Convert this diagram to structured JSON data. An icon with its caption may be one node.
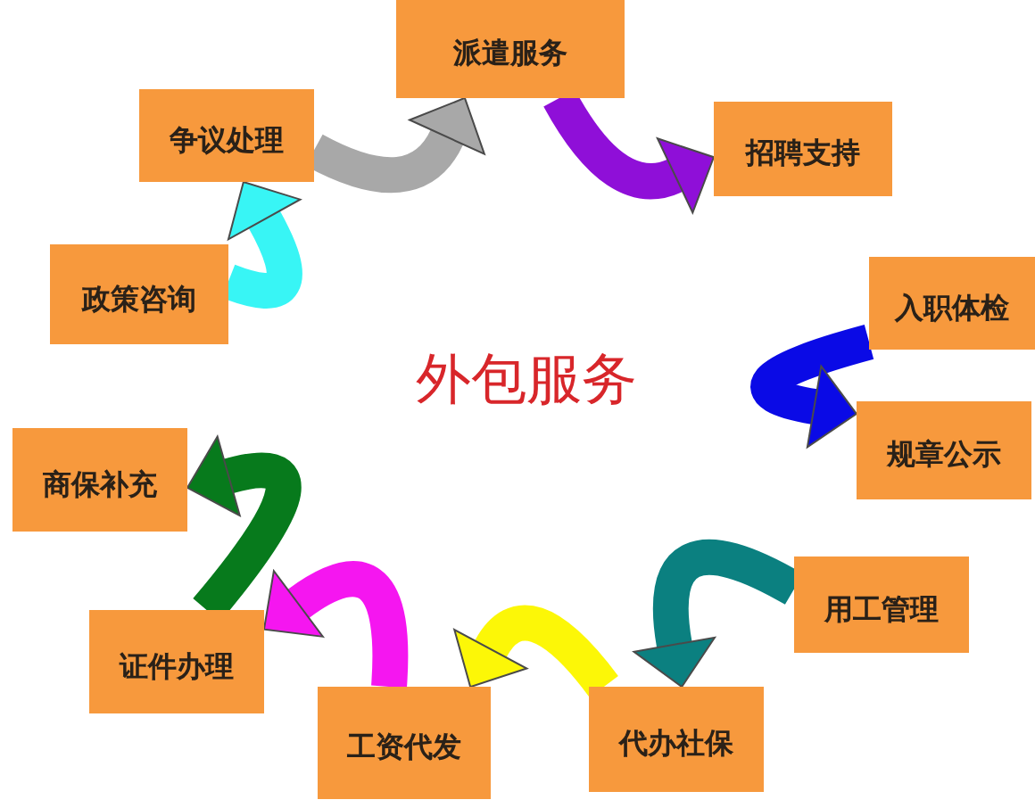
{
  "diagram": {
    "nodes": [
      {
        "text": [
          "派遣服务"
        ]
      },
      {
        "text": [
          "招聘支持"
        ]
      },
      {
        "text": [
          "入职体检"
        ]
      },
      {
        "text": [
          "规章公示"
        ]
      },
      {
        "text": [
          "用工管理"
        ]
      },
      {
        "text": [
          "代办社保"
        ]
      },
      {
        "text": [
          "工资代发"
        ]
      },
      {
        "text": [
          "证件办理"
        ]
      },
      {
        "text": [
          "商保补充"
        ]
      },
      {
        "text": [
          "政策咨询"
        ]
      },
      {
        "text": [
          "争议处理"
        ]
      }
    ],
    "edges": [
      {
        "from": 10,
        "to": 0,
        "arrow": "to",
        "color": "#a8a8a8"
      },
      {
        "from": 0,
        "to": 1,
        "arrow": "to",
        "color": "#8f0fd8"
      },
      {
        "from": 2,
        "to": 3,
        "arrow": "to",
        "color": "#0a0ae6"
      },
      {
        "from": 4,
        "to": 5,
        "arrow": "to",
        "color": "#0b8080"
      },
      {
        "from": 5,
        "to": 6,
        "arrow": "to",
        "color": "#fcf707"
      },
      {
        "from": 6,
        "to": 7,
        "arrow": "to",
        "color": "#f516f0"
      },
      {
        "from": 7,
        "to": 8,
        "arrow": "to",
        "color": "#077a1c"
      },
      {
        "from": 9,
        "to": 10,
        "arrow": "to",
        "color": "#38f5f5"
      }
    ],
    "labels": [
      "外包服务"
    ]
  }
}
